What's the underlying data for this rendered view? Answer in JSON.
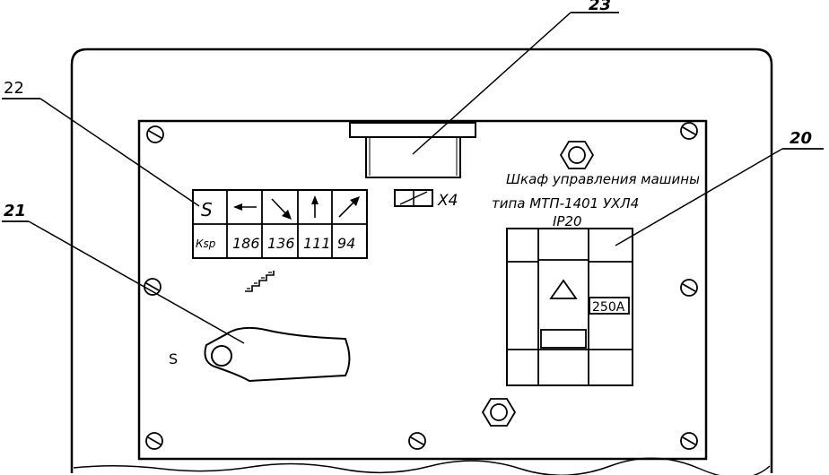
{
  "callouts": {
    "c20": "20",
    "c21": "21",
    "c22": "22",
    "c23": "23"
  },
  "cabinet_title": {
    "line1": "Шкаф управления машины",
    "line2": "типа МТП-1401 УХЛ4",
    "line3": "IP20"
  },
  "connector_label": "X4",
  "switch_label": "S",
  "breaker_rating": "250A",
  "table": {
    "header_symbol": "S",
    "row_label": "Кsp",
    "direction_icons": [
      "arrow-left-icon",
      "arrow-down-right-icon",
      "arrow-up-icon",
      "arrow-up-right-icon"
    ],
    "values": [
      "186",
      "136",
      "111",
      "94"
    ]
  },
  "colors": {
    "ink": "#000000",
    "paper": "#ffffff"
  }
}
